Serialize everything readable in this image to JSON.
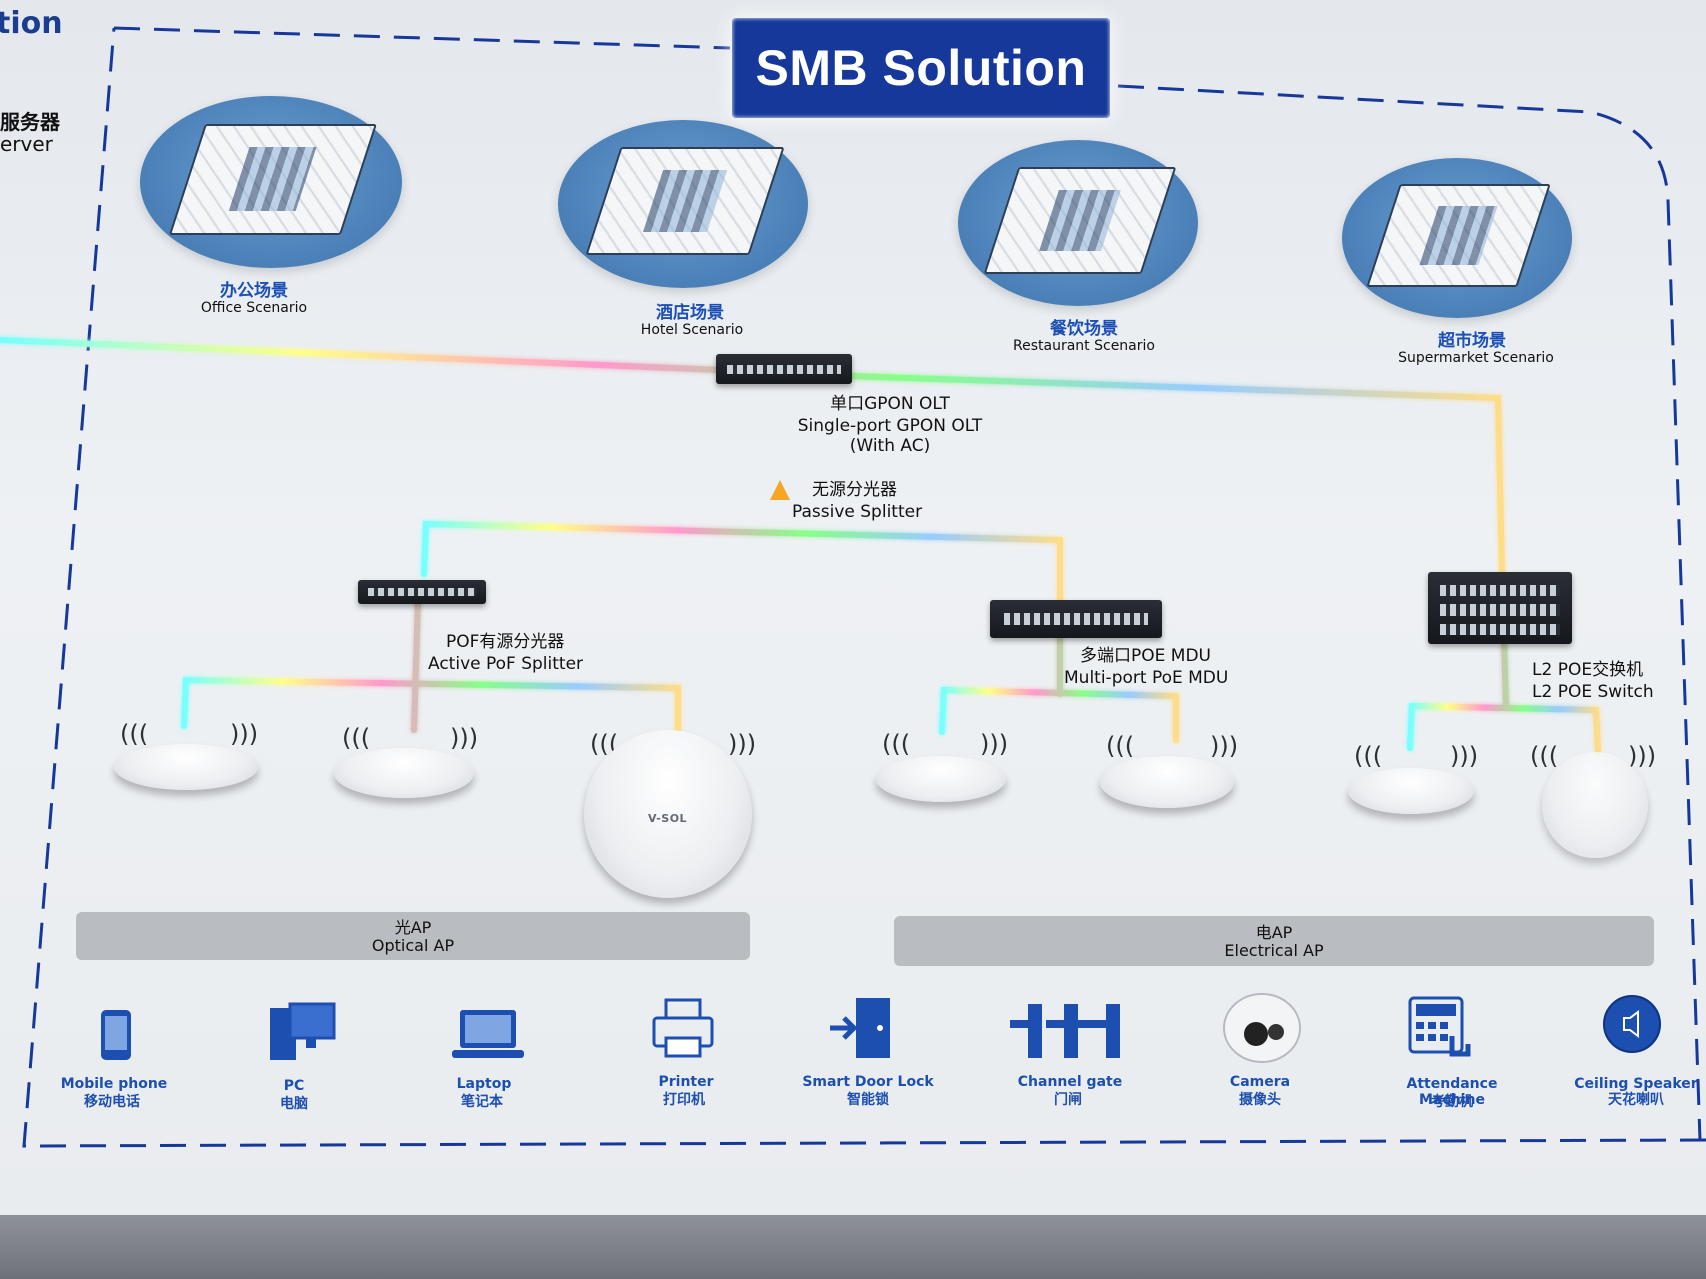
{
  "title": "SMB Solution",
  "edge": {
    "top_fragment": "tion",
    "server_cn_fragment": "服务器",
    "server_en_fragment": "erver"
  },
  "scenarios": [
    {
      "cn": "办公场景",
      "en": "Office Scenario"
    },
    {
      "cn": "酒店场景",
      "en": "Hotel Scenario"
    },
    {
      "cn": "餐饮场景",
      "en": "Restaurant Scenario"
    },
    {
      "cn": "超市场景",
      "en": "Supermarket Scenario"
    }
  ],
  "olt": {
    "cn": "单口GPON OLT",
    "en1": "Single-port GPON OLT",
    "en2": "(With AC)"
  },
  "splitter": {
    "cn": "无源分光器",
    "en": "Passive Splitter"
  },
  "pof": {
    "cn": "POF有源分光器",
    "en": "Active PoF Splitter"
  },
  "mdu": {
    "cn": "多端口POE MDU",
    "en": "Multi-port PoE MDU"
  },
  "switch": {
    "cn": "L2 POE交换机",
    "en": "L2 POE Switch"
  },
  "ap_brand": "V-SOL",
  "bars": {
    "optical": {
      "cn": "光AP",
      "en": "Optical AP"
    },
    "electrical": {
      "cn": "电AP",
      "en": "Electrical AP"
    }
  },
  "terminals": [
    {
      "en": "Mobile phone",
      "cn": "移动电话",
      "icon": "mobile-phone-icon"
    },
    {
      "en": "PC",
      "cn": "电脑",
      "icon": "pc-icon"
    },
    {
      "en": "Laptop",
      "cn": "笔记本",
      "icon": "laptop-icon"
    },
    {
      "en": "Printer",
      "cn": "打印机",
      "icon": "printer-icon"
    },
    {
      "en": "Smart Door Lock",
      "cn": "智能锁",
      "icon": "door-lock-icon"
    },
    {
      "en": "Channel gate",
      "cn": "门闸",
      "icon": "channel-gate-icon"
    },
    {
      "en": "Camera",
      "cn": "摄像头",
      "icon": "camera-icon"
    },
    {
      "en": "Attendance Machine",
      "cn": "考勤机",
      "icon": "attendance-machine-icon"
    },
    {
      "en": "Ceiling Speaker",
      "cn": "天花喇叭",
      "icon": "ceiling-speaker-icon"
    }
  ],
  "colors": {
    "title_bg": "#16389a",
    "accent_blue": "#1d4fb0",
    "bar_gray": "#b9bcc0"
  }
}
